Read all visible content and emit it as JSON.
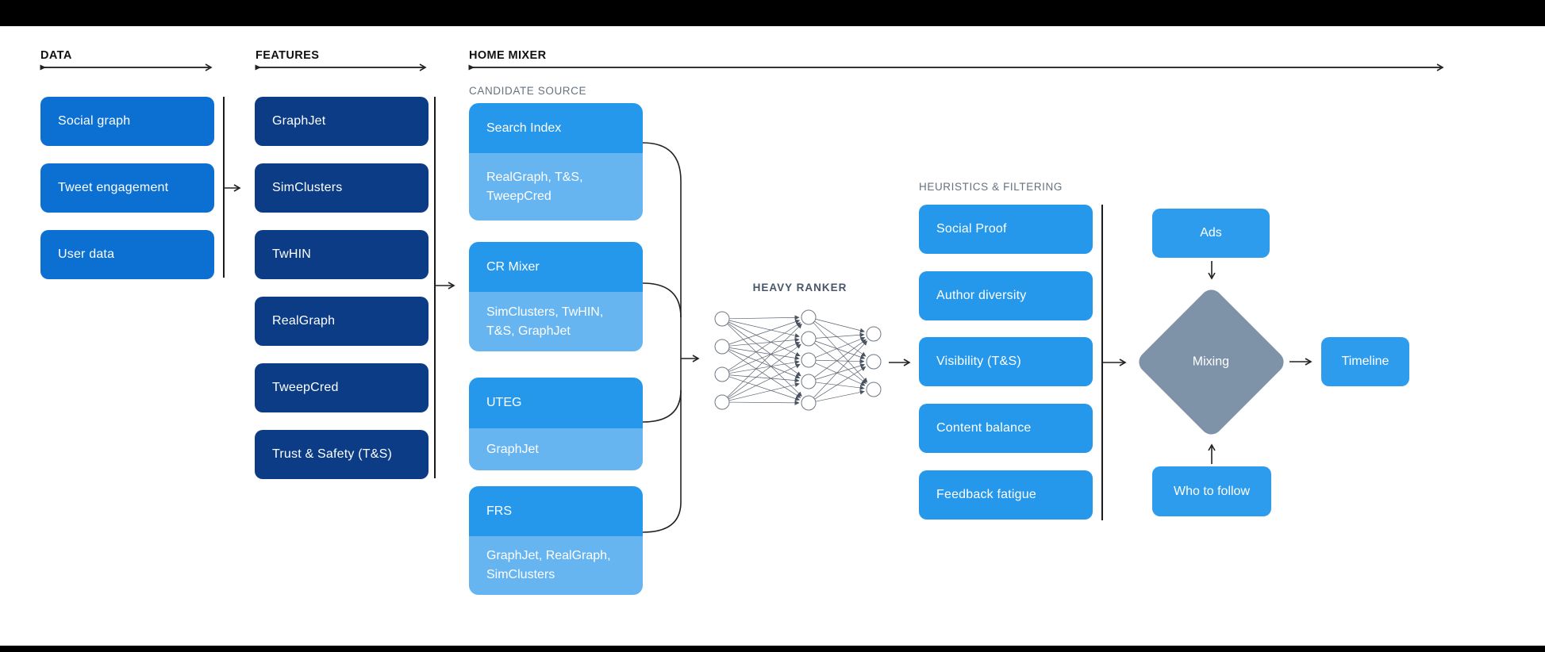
{
  "diagram": {
    "columns": {
      "data": {
        "header": "DATA",
        "items": [
          "Social graph",
          "Tweet engagement",
          "User data"
        ]
      },
      "features": {
        "header": "FEATURES",
        "items": [
          "GraphJet",
          "SimClusters",
          "TwHIN",
          "RealGraph",
          "TweepCred",
          "Trust & Safety (T&S)"
        ]
      },
      "home_mixer": {
        "header": "HOME MIXER",
        "candidate_source": {
          "label": "CANDIDATE SOURCE",
          "groups": [
            {
              "title": "Search Index",
              "sources": "RealGraph, T&S,\nTweepCred"
            },
            {
              "title": "CR Mixer",
              "sources": "SimClusters, TwHIN,\nT&S, GraphJet"
            },
            {
              "title": "UTEG",
              "sources": "GraphJet"
            },
            {
              "title": "FRS",
              "sources": "GraphJet, RealGraph,\nSimClusters"
            }
          ]
        },
        "heavy_ranker": {
          "label": "HEAVY RANKER",
          "layers": [
            4,
            5,
            3
          ]
        },
        "heuristics": {
          "label": "HEURISTICS & FILTERING",
          "items": [
            "Social Proof",
            "Author diversity",
            "Visibility (T&S)",
            "Content balance",
            "Feedback fatigue"
          ]
        },
        "mixing_stage": {
          "ads": "Ads",
          "mixing": "Mixing",
          "who_to_follow": "Who to follow",
          "timeline": "Timeline"
        }
      }
    },
    "colors": {
      "data_box": "#0c70d2",
      "feature_box": "#0b3c85",
      "candidate_header": "#2598ec",
      "candidate_sub": "#66b4f0",
      "heuristic_box": "#2598ec",
      "output_box": "#2d9ced",
      "diamond": "#7f93a8",
      "connector": "#222222",
      "section_label": "#66727f",
      "ranker_label": "#49566a",
      "header_text": "#111111",
      "letterbox": "#000000",
      "background": "#ffffff"
    }
  }
}
